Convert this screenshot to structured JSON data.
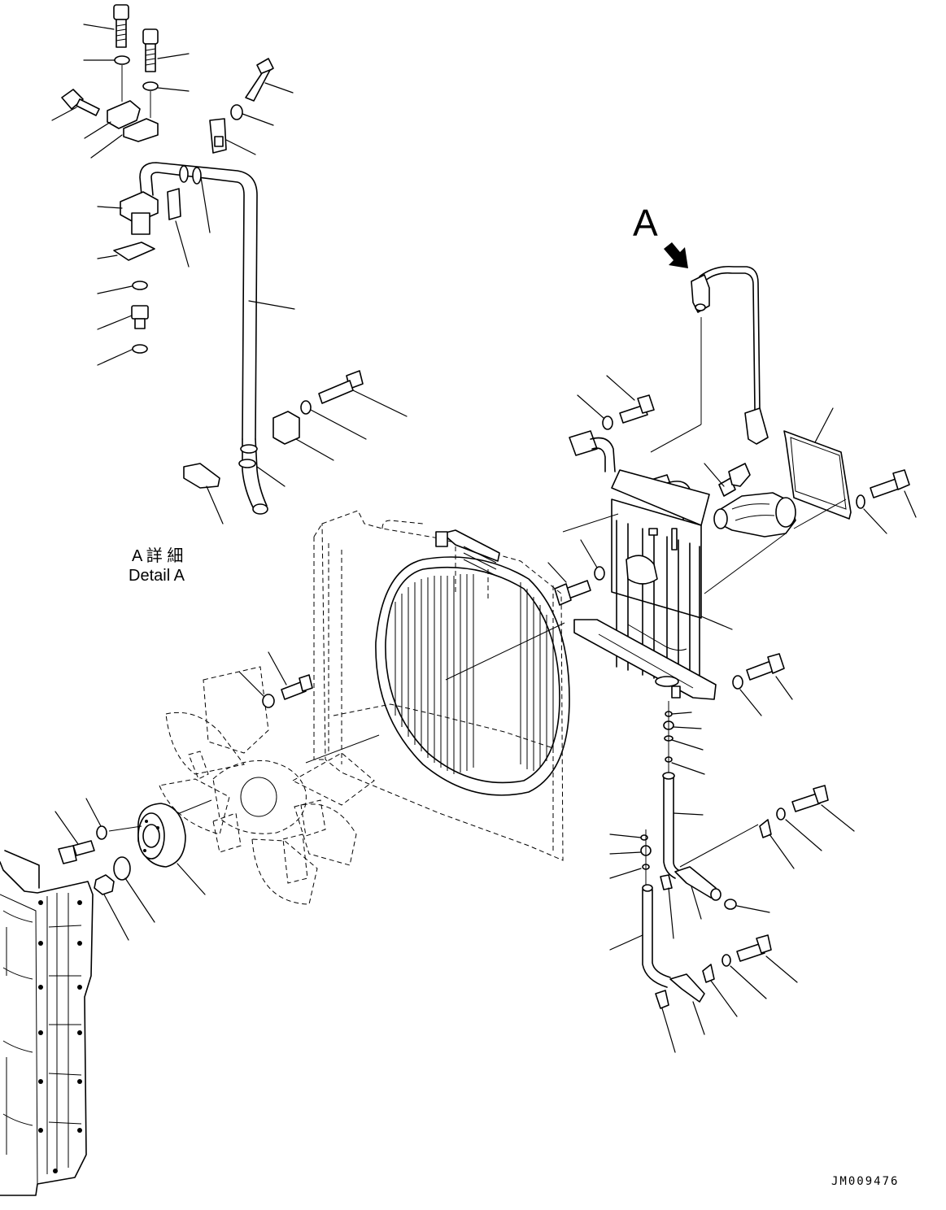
{
  "view_label": "A",
  "detail": {
    "jp": "A 詳 細",
    "en": "Detail A"
  },
  "drawing_number": "JM009476"
}
